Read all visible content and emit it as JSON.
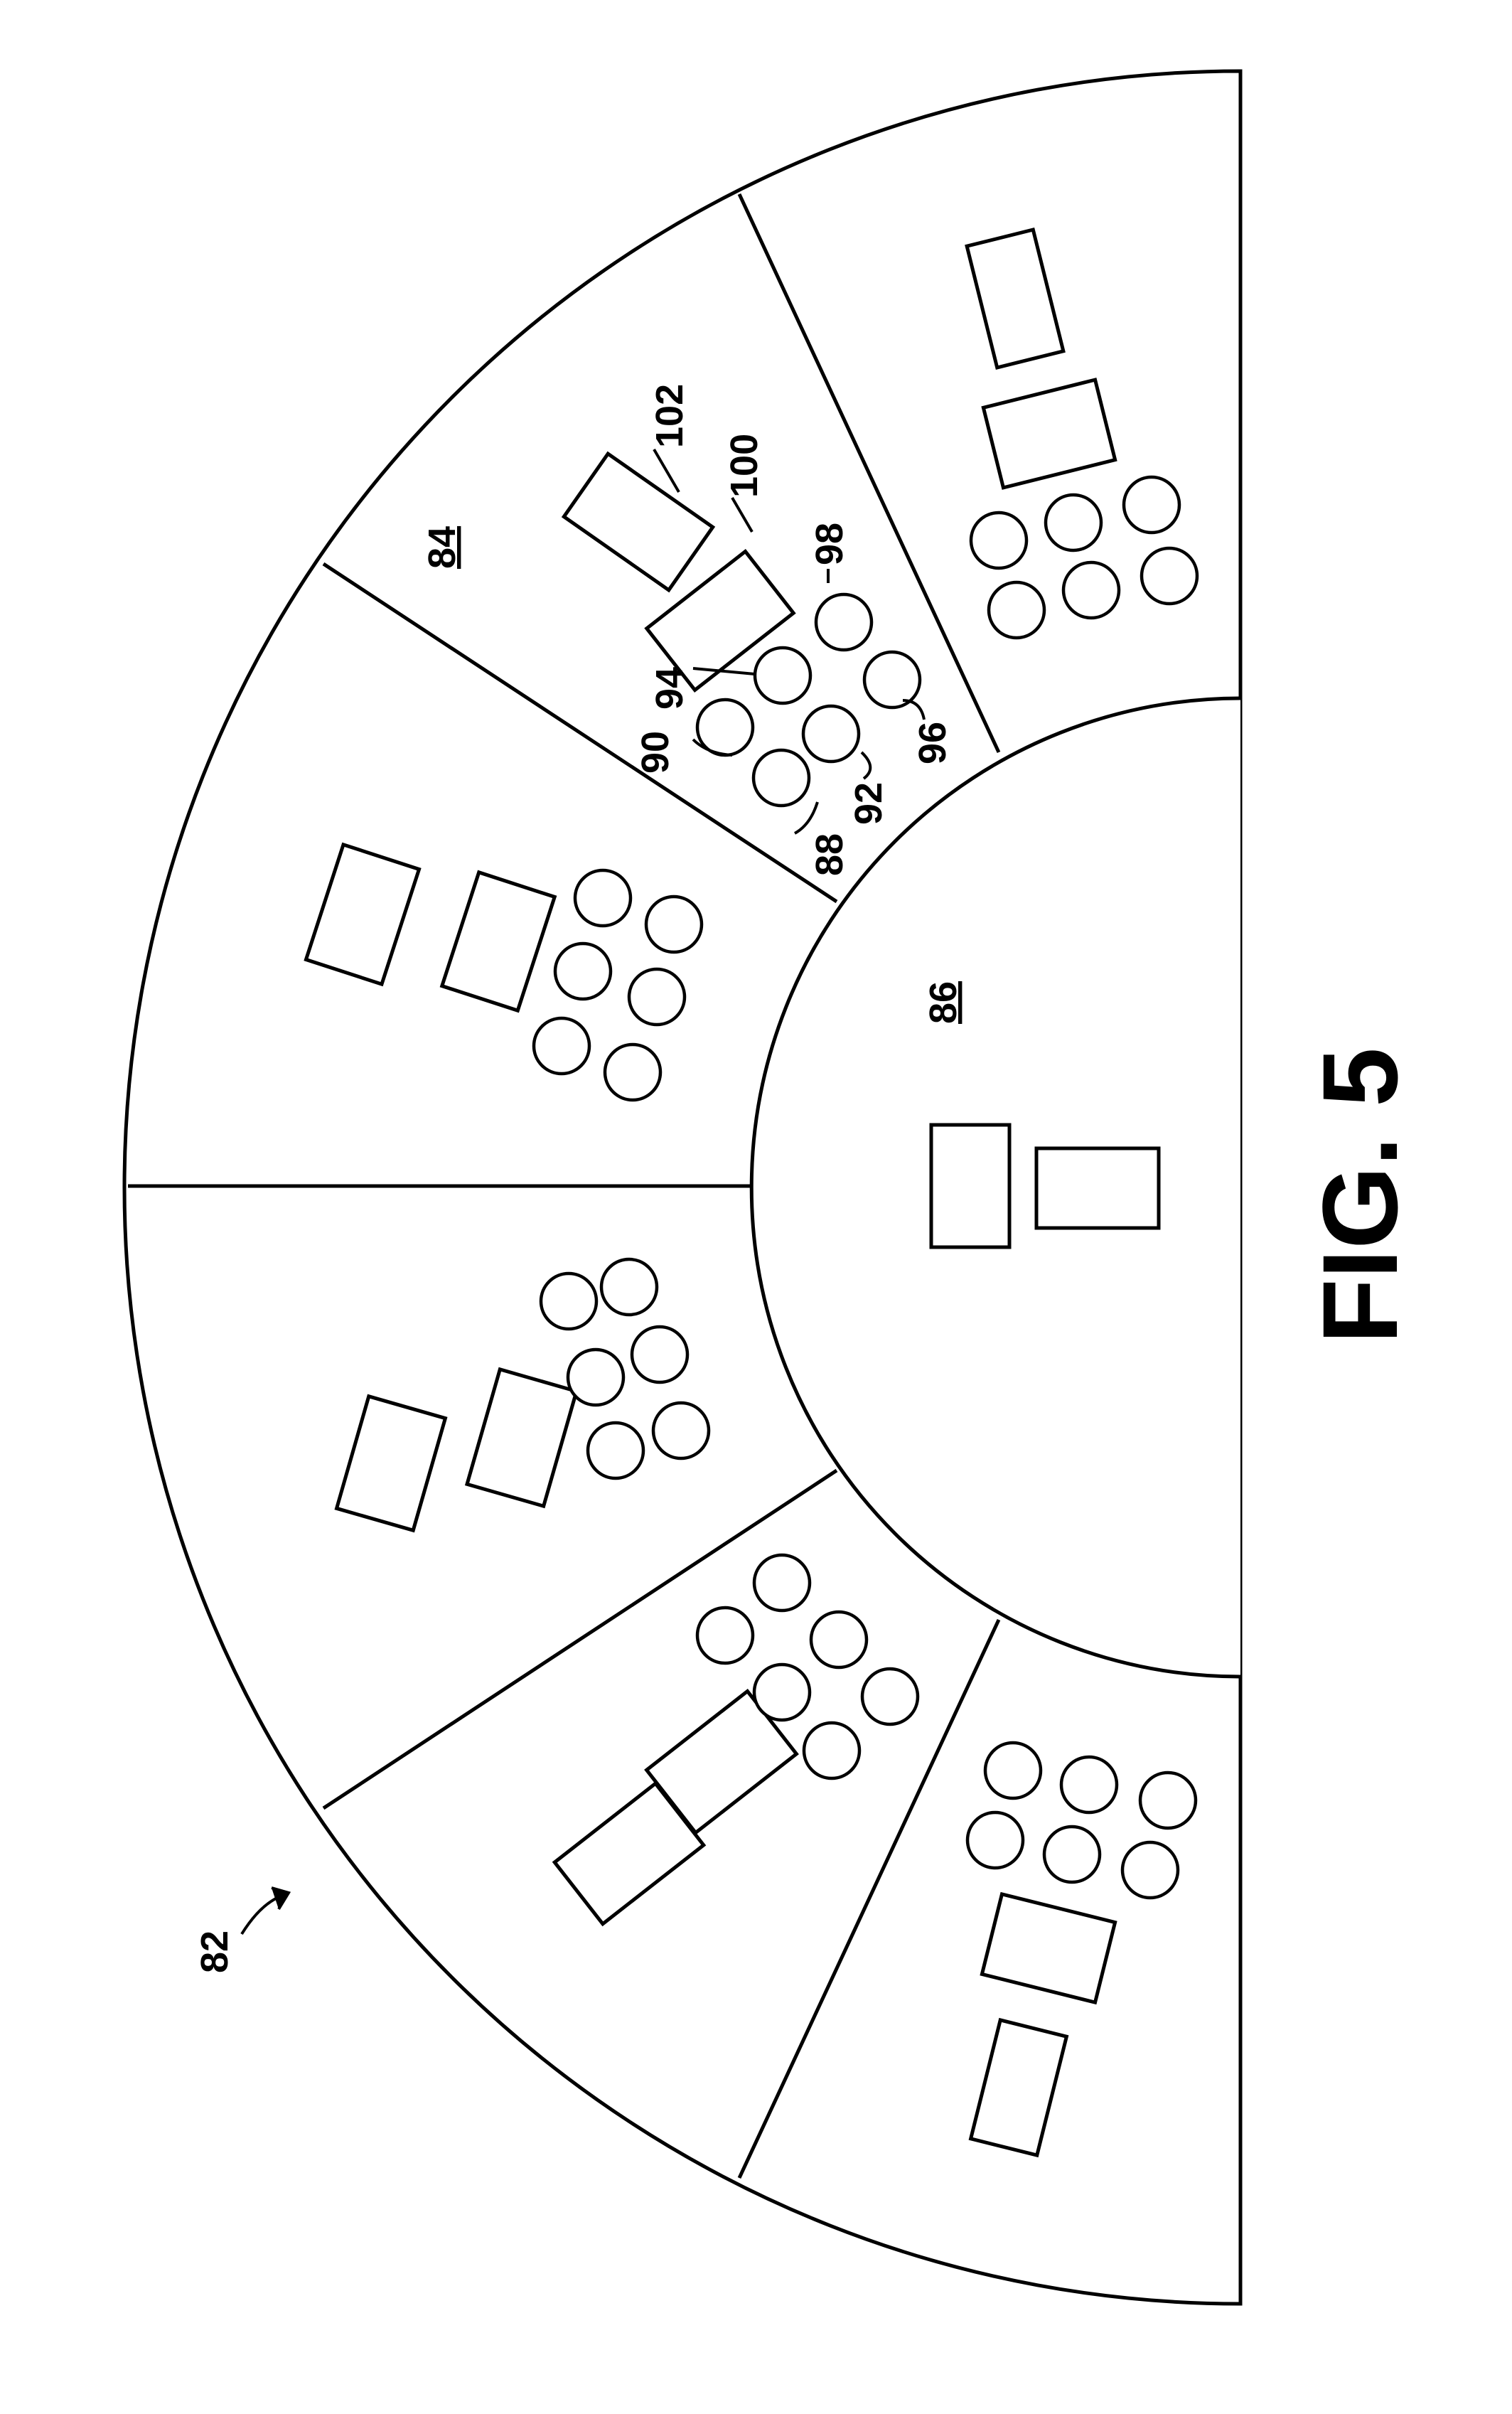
{
  "figure": {
    "caption": "FIG. 5",
    "reference_numerals": {
      "table": "82",
      "player_station": "84",
      "dealer_area": "86",
      "chip_a": "88",
      "chip_b": "90",
      "chip_c": "92",
      "chip_d": "94",
      "chip_e": "96",
      "chip_f": "98",
      "card_a": "100",
      "card_b": "102"
    },
    "player_station_count": 6,
    "chips_per_station": 6,
    "cards_per_station": 2,
    "dealer_card_count": 2
  }
}
